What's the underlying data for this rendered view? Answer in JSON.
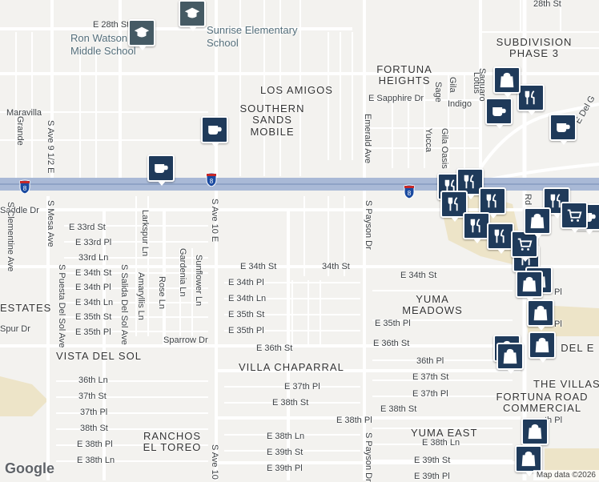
{
  "map": {
    "highway_shield": "8",
    "attribution": "Map data ©2026",
    "logo": "Google",
    "neighborhoods": {
      "subdivision": "SUBDIVISION PHASE 3",
      "fortuna_heights": "FORTUNA HEIGHTS",
      "los_amigos": "LOS AMIGOS",
      "southern_sands": "SOUTHERN SANDS MOBILE",
      "estates": "ESTATES",
      "vista_del_sol": "VISTA DEL SOL",
      "villa_chaparral": "VILLA CHAPARRAL",
      "yuma_meadows": "YUMA MEADOWS",
      "ranchos": "RANCHOS EL TOREO",
      "yuma_east": "YUMA EAST",
      "villas": "THE VILLAS",
      "fortuna_commercial": "FORTUNA ROAD COMMERCIAL",
      "s_del_e": "S DEL E"
    },
    "schools": {
      "middle": "Ron Watson Middle School",
      "elementary": "Sunrise Elementary School"
    },
    "streets": {
      "e28th": "E 28th St",
      "s28th": "28th St",
      "maravilla": "Maravilla",
      "grande": "Grande",
      "ave912": "S Ave 9 1/2 E",
      "saddle": "Saddle Dr",
      "mesa": "S Mesa Ave",
      "clementine": "S Clementine Ave",
      "e33st": "E 33rd St",
      "e33pl": "E 33rd Pl",
      "ln33": "33rd Ln",
      "larkspur": "Larkspur Ln",
      "e34st": "E 34th St",
      "e34pl": "E 34th Pl",
      "e34ln": "E 34th Ln",
      "e35st": "E 35th St",
      "e35pl": "E 35th Pl",
      "spur": "Spur Dr",
      "sparrow": "Sparrow Dr",
      "puesta": "S Puesta Del Sol Ave",
      "salida": "S Salida Del Sol Ave",
      "amaryllis": "Amaryllis Ln",
      "rose": "Rose Ln",
      "gardenia": "Gardenia Ln",
      "sunflower": "Sunflower Ln",
      "ave10": "S Ave 10 E",
      "ave10b": "S Ave 10",
      "e34st_mid": "E 34th St",
      "st34": "34th St",
      "e34pl_mid": "E 34th Pl",
      "e34ln_mid": "E 34th Ln",
      "e35st_mid": "E 35th St",
      "e35pl_mid": "E 35th Pl",
      "e36st": "E 36th St",
      "e34st_r": "E 34th St",
      "e35pl_r": "E 35th Pl",
      "e36st_r": "E 36th St",
      "pl36": "36th Pl",
      "e37st": "E 37th St",
      "e37pl_r": "E 37th Pl",
      "e37pl": "E 37th Pl",
      "e38st": "E 38th St",
      "e38pl": "E 38th Pl",
      "e38st_r": "E 38th St",
      "e38ln": "E 38th Ln",
      "e38ln_r": "E 38th Ln",
      "e39st": "E 39th St",
      "e39st_r": "E 39th St",
      "e39pl": "E 39th Pl",
      "e39pl_r": "E 39th Pl",
      "ln36": "36th Ln",
      "st37": "37th St",
      "pl37": "37th Pl",
      "st38": "38th St",
      "e38pl_l": "E 38th Pl",
      "e38ln_l": "E 38th Ln",
      "payson": "S Payson Dr",
      "payson2": "S Payson Dr",
      "emerald": "Emerald Ave",
      "sapphire": "E Sapphire Dr",
      "indigo": "Indigo",
      "yucca": "Yucca",
      "gila_oasis": "Gila Oasis",
      "sage": "Sage",
      "gila": "Gila",
      "saguaro": "Saguaro",
      "lotus": "Lotus",
      "e_del_g": "E Del G",
      "rd": "Rd",
      "e36pl_far": "Pl",
      "e35pl_far": "Pl",
      "e38pl_far": "th Pl"
    }
  }
}
